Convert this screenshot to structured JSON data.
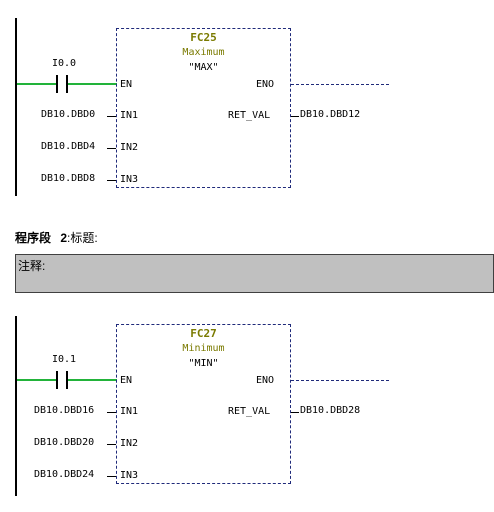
{
  "network1": {
    "contact": "I0.0",
    "block": {
      "name": "FC25",
      "title": "Maximum",
      "instance": "\"MAX\""
    },
    "en_label": "EN",
    "eno_label": "ENO",
    "inputs": [
      {
        "param": "DB10.DBD0",
        "pin": "IN1"
      },
      {
        "param": "DB10.DBD4",
        "pin": "IN2"
      },
      {
        "param": "DB10.DBD8",
        "pin": "IN3"
      }
    ],
    "output": {
      "pin": "RET_VAL",
      "param": "DB10.DBD12"
    }
  },
  "network2_header": {
    "label": "程序段",
    "number": "2",
    "title": "标题:",
    "comment_label": "注释:"
  },
  "network2": {
    "contact": "I0.1",
    "block": {
      "name": "FC27",
      "title": "Minimum",
      "instance": "\"MIN\""
    },
    "en_label": "EN",
    "eno_label": "ENO",
    "inputs": [
      {
        "param": "DB10.DBD16",
        "pin": "IN1"
      },
      {
        "param": "DB10.DBD20",
        "pin": "IN2"
      },
      {
        "param": "DB10.DBD24",
        "pin": "IN3"
      }
    ],
    "output": {
      "pin": "RET_VAL",
      "param": "DB10.DBD28"
    }
  },
  "colors": {
    "power_flow": "#22b33a",
    "block_border": "#1f2a7a",
    "block_title": "#7a7a00",
    "comment_bg": "#c0c0c0"
  }
}
